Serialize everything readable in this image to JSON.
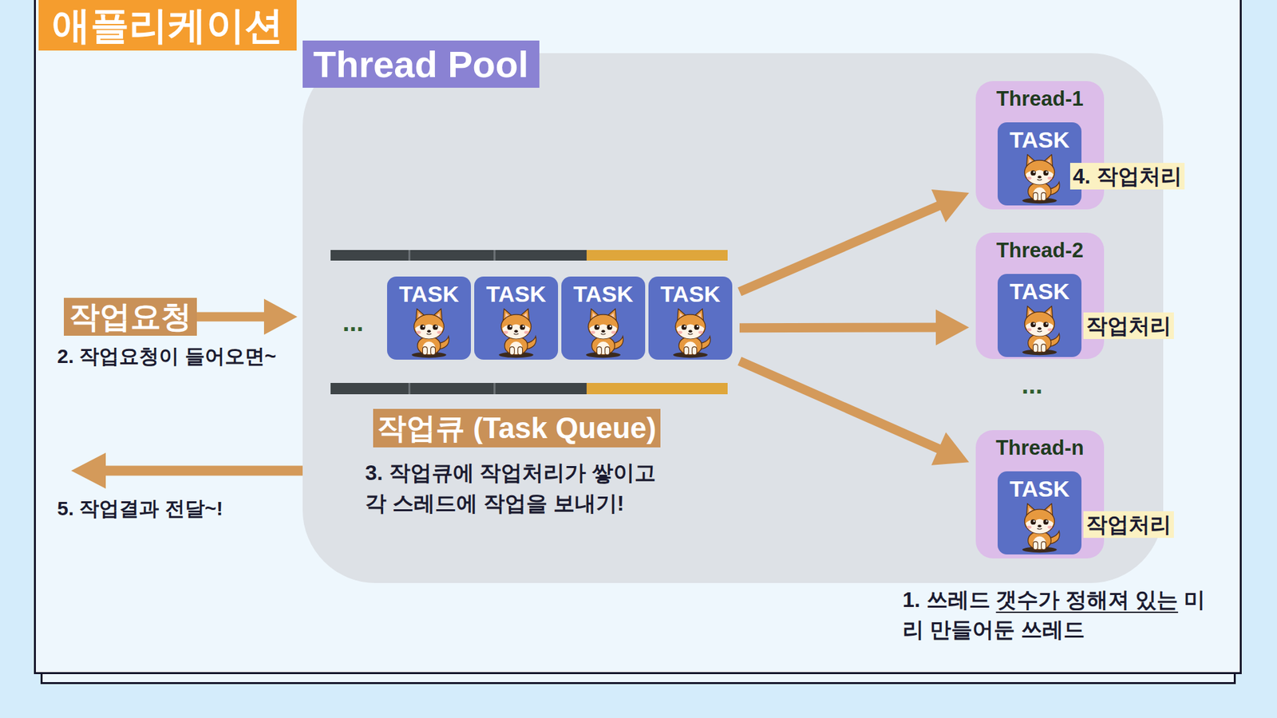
{
  "diagram": {
    "nodes": [
      {
        "text": [
          "애플리케이션"
        ]
      },
      {
        "text": [
          "작업요청"
        ],
        "in": 0
      },
      {
        "text": [
          "Thread Pool"
        ],
        "in": 0
      },
      {
        "text": [
          "작업큐 (Task Queue)"
        ],
        "in": 2
      },
      {
        "text": [
          "TASK"
        ],
        "in": 3
      },
      {
        "text": [
          "TASK"
        ],
        "in": 3
      },
      {
        "text": [
          "TASK"
        ],
        "in": 3
      },
      {
        "text": [
          "TASK"
        ],
        "in": 3
      },
      {
        "text": [
          "Thread-1"
        ],
        "in": 2
      },
      {
        "text": [
          "TASK"
        ],
        "in": 8
      },
      {
        "text": [
          "Thread-2"
        ],
        "in": 2
      },
      {
        "text": [
          "TASK"
        ],
        "in": 10
      },
      {
        "text": [
          "Thread-n"
        ],
        "in": 2
      },
      {
        "text": [
          "TASK"
        ],
        "in": 12
      }
    ],
    "edges": [
      {
        "from": 1,
        "to": 2,
        "arrow": "to"
      },
      {
        "from": 3,
        "to": 8,
        "arrow": "to"
      },
      {
        "from": 3,
        "to": 10,
        "arrow": "to"
      },
      {
        "from": 3,
        "to": 12,
        "arrow": "to"
      }
    ],
    "labels": [
      "2. 작업요청이 들어오면~",
      "...",
      "3. 작업큐에 작업처리가 쌓이고 각 스레드에 작업을 보내기!",
      "4. 작업처리",
      "작업처리",
      "...",
      "작업처리",
      "5. 작업결과 전달~!",
      "1. 쓰레드 갯수가 정해져 있는 미리 만들어둔 쓰레드"
    ]
  }
}
